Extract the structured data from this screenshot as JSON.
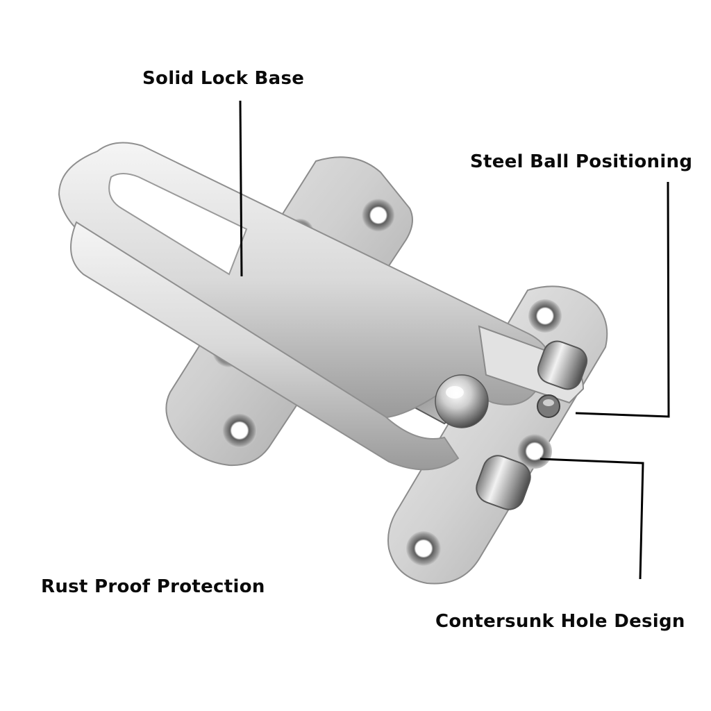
{
  "image": {
    "subject": "Stainless steel door security latch (swing bar guard)",
    "background_color": "#ffffff",
    "metal_colors": {
      "highlight": "#f4f4f4",
      "light": "#d6d6d6",
      "mid": "#a9a9a9",
      "shadow": "#6e6e6e",
      "dark": "#3a3a3a"
    }
  },
  "callouts": [
    {
      "id": "solid-lock-base",
      "text": "Solid Lock Base"
    },
    {
      "id": "steel-ball-positioning",
      "text": "Steel Ball Positioning"
    },
    {
      "id": "rust-proof-protection",
      "text": "Rust Proof Protection"
    },
    {
      "id": "countersunk-hole-design",
      "text": "Contersunk Hole Design"
    }
  ],
  "leader_line_color": "#000000"
}
